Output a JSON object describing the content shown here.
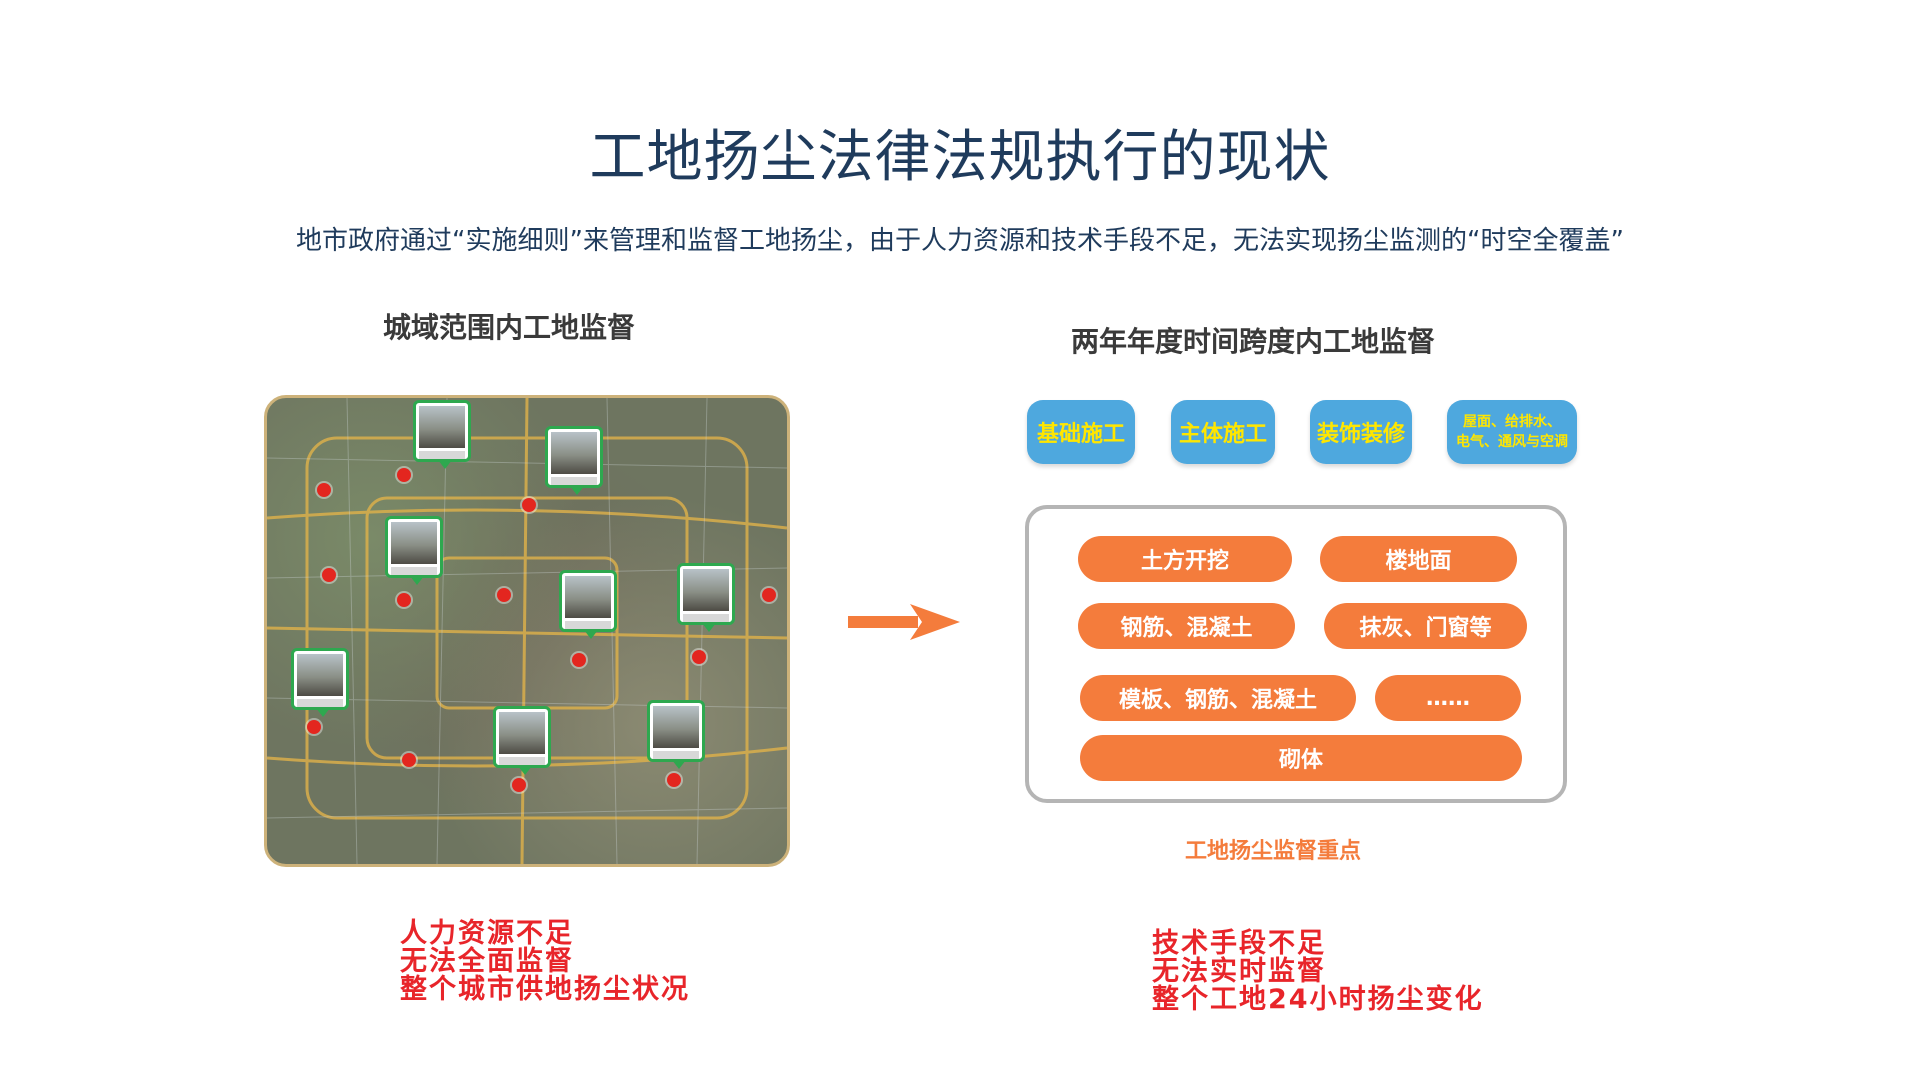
{
  "title": "工地扬尘法律法规执行的现状",
  "subtitle": "地市政府通过“实施细则”来管理和监督工地扬尘，由于人力资源和技术手段不足，无法实现扬尘监测的“时空全覆盖”",
  "left_panel": {
    "heading": "城域范围内工地监督",
    "note_lines": [
      "人力资源不足",
      "无法全面监督",
      "整个城市供地扬尘状况"
    ]
  },
  "right_panel": {
    "heading": "两年年度时间跨度内工地监督",
    "phases": [
      "基础施工",
      "主体施工",
      "装饰装修",
      "屋面、给排水、",
      "电气、通风与空调"
    ],
    "focus_items": [
      "土方开挖",
      "楼地面",
      "钢筋、混凝土",
      "抹灰、门窗等",
      "模板、钢筋、混凝土",
      "……",
      "砌体"
    ],
    "focus_caption": "工地扬尘监督重点",
    "note_lines": [
      "技术手段不足",
      "无法实时监督",
      "整个工地24小时扬尘变化"
    ]
  },
  "colors": {
    "title": "#1f3b5c",
    "phase_bg": "#4ea8de",
    "phase_text": "#ffe600",
    "pill_bg": "#f47c3c",
    "note_red": "#e8252a",
    "arrow": "#f47c3c"
  }
}
